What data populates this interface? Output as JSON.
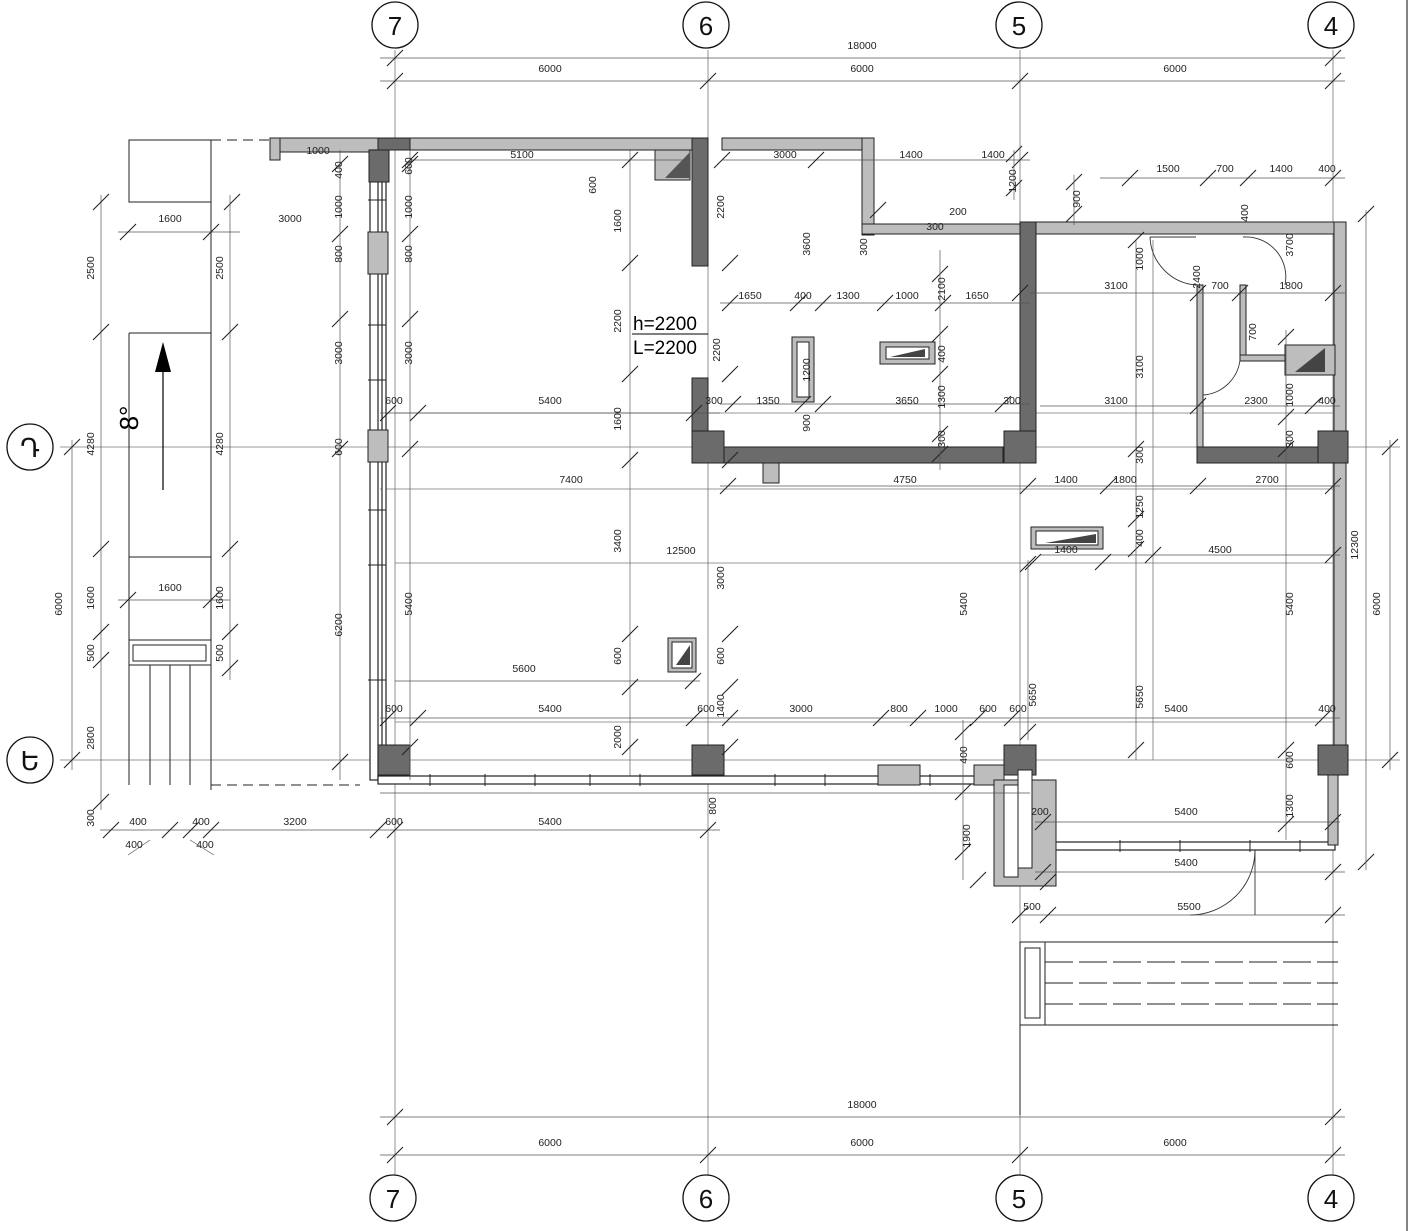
{
  "drawing": {
    "axes_top": [
      "7",
      "6",
      "5",
      "4"
    ],
    "axes_bottom": [
      "7",
      "6",
      "5",
      "4"
    ],
    "axes_left": [
      "Դ",
      "Ե"
    ],
    "overall_top": "18000",
    "bays_top": [
      "6000",
      "6000",
      "6000"
    ],
    "overall_bottom": "18000",
    "bays_bottom": [
      "6000",
      "6000",
      "6000"
    ],
    "note_height": "h=2200",
    "note_length": "L=2200",
    "ramp_slope": "8°",
    "interior_dims": {
      "d5100": "5100",
      "d3000a": "3000",
      "d1400a": "1400",
      "d1400b": "1400",
      "d1000": "1000",
      "d600a": "600",
      "d400a": "400",
      "d1500": "1500",
      "d700a": "700",
      "d1400c": "1400",
      "d400b": "400",
      "d900": "900",
      "d1200": "1200",
      "d200": "200",
      "d300a": "300",
      "d1650a": "1650",
      "d400c": "400",
      "d1300a": "1300",
      "d1000a": "1000",
      "d1650b": "1650",
      "d3100a": "3100",
      "d700b": "700",
      "d1800a": "1800",
      "d600b": "600",
      "d5400a": "5400",
      "d300b": "300",
      "d1350": "1350",
      "d3650": "3650",
      "d300c": "300",
      "d3100b": "3100",
      "d2300": "2300",
      "d400d": "400",
      "d7400": "7400",
      "d4750": "4750",
      "d1400d": "1400",
      "d1800b": "1800",
      "d2700": "2700",
      "d12500": "12500",
      "d1400e": "1400",
      "d4500": "4500",
      "d5600": "5600",
      "d600c": "600",
      "d5400b": "5400",
      "d600d": "600",
      "d3000b": "3000",
      "d800a": "800",
      "d1000b": "1000",
      "d600e": "600",
      "d600f": "600",
      "d5400c": "5400",
      "d400e": "400",
      "d400f": "400",
      "d400g": "400",
      "d3200": "3200",
      "d600g": "600",
      "d5400d": "5400",
      "d5400e": "5400",
      "d5400f": "5400",
      "d5500": "5500",
      "d500a": "500",
      "d200b": "200",
      "d1600a": "1600",
      "d1600b": "1600",
      "d3000c": "3000",
      "v2500a": "2500",
      "v2500b": "2500",
      "v4280a": "4280",
      "v4280b": "4280",
      "v6000a": "6000",
      "v1600a": "1600",
      "v1600b": "1600",
      "v500a": "500",
      "v500b": "500",
      "v2800": "2800",
      "v300": "300",
      "v400a": "400",
      "v1000a": "1000",
      "v800a": "800",
      "v3000a": "3000",
      "v600a": "600",
      "v6200": "6200",
      "v600b": "600",
      "v1000b": "1000",
      "v800b": "800",
      "v3000b": "3000",
      "v5400a": "5400",
      "v600c": "600",
      "v1600c": "1600",
      "v2200a": "2200",
      "v1600d": "1600",
      "v3400": "3400",
      "v600d": "600",
      "v2000": "2000",
      "v2200b": "2200",
      "v3600": "3600",
      "v300d": "300",
      "v2200c": "2200",
      "v3000c": "3000",
      "v600e": "600",
      "v1400": "1400",
      "v800c": "800",
      "v1200": "1200",
      "v900": "900",
      "v2100": "2100",
      "v400b": "400",
      "v1300a": "1300",
      "v300e": "300",
      "v5400b": "5400",
      "v400c": "400",
      "v5650a": "5650",
      "v1900": "1900",
      "v1000c": "1000",
      "v3100": "3100",
      "v300f": "300",
      "v1250": "1250",
      "v400d": "400",
      "v5650b": "5650",
      "v2400": "2400",
      "v700": "700",
      "v1000d": "1000",
      "v300g": "300",
      "v5400c": "5400",
      "v600f": "600",
      "v1300b": "1300",
      "v3700": "3700",
      "v400e": "400",
      "v12300": "12300",
      "v6000b": "6000"
    }
  }
}
